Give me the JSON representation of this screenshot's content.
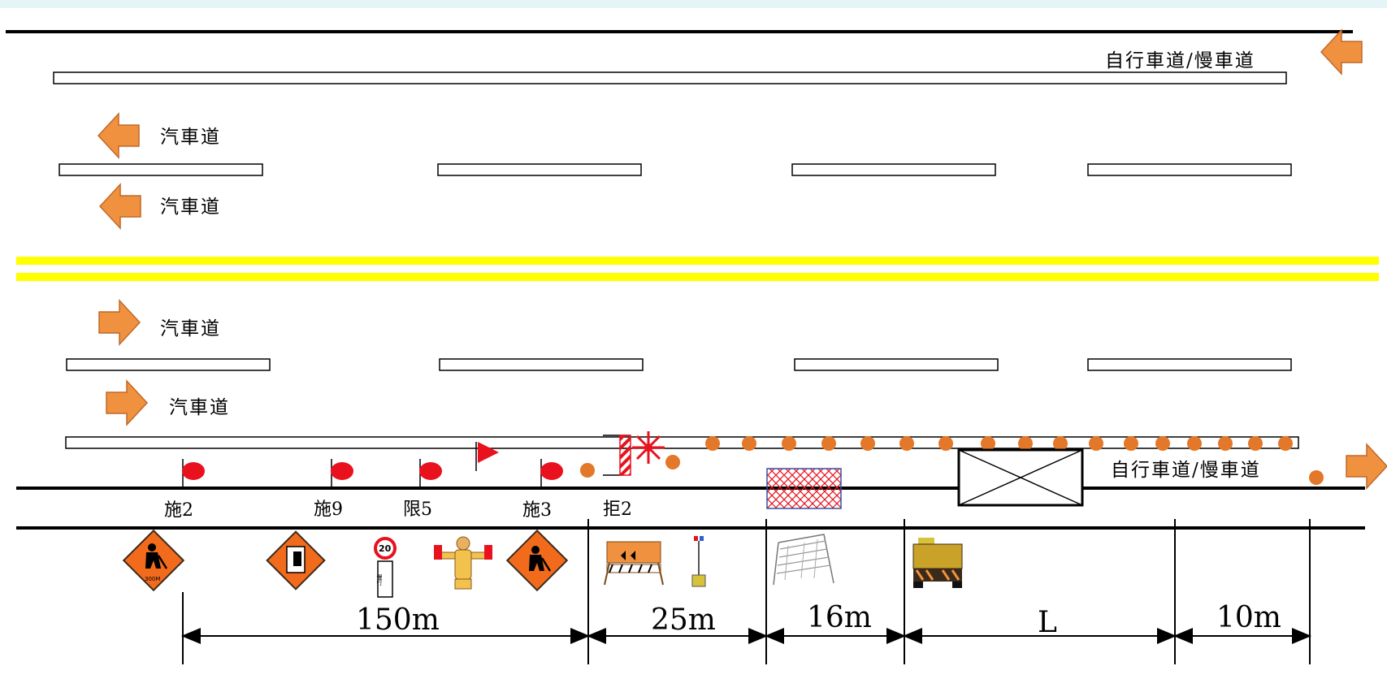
{
  "lane_labels": {
    "top_bike_lane": "自行車道/慢車道",
    "westbound_lane_1": "汽車道",
    "westbound_lane_2": "汽車道",
    "eastbound_lane_1": "汽車道",
    "eastbound_lane_2": "汽車道",
    "bottom_bike_lane": "自行車道/慢車道"
  },
  "sign_labels": {
    "sign_1": "施2",
    "sign_2": "施9",
    "sign_3": "限5",
    "sign_4": "施3",
    "barricade": "拒2"
  },
  "speed_limit_sign": {
    "number": "20",
    "text": "慢行"
  },
  "distances": {
    "taper_approach": "150m",
    "buffer": "25m",
    "work_zone": "16m",
    "variable_length": "L",
    "end": "10m"
  },
  "colors": {
    "center_line": "#ffff00",
    "arrow": "#f0913f",
    "cone": "#e3772a",
    "sign_marker": "#e8111d",
    "warning_sign": "#f26b1d",
    "work_area_hatch": "#e8111d"
  }
}
